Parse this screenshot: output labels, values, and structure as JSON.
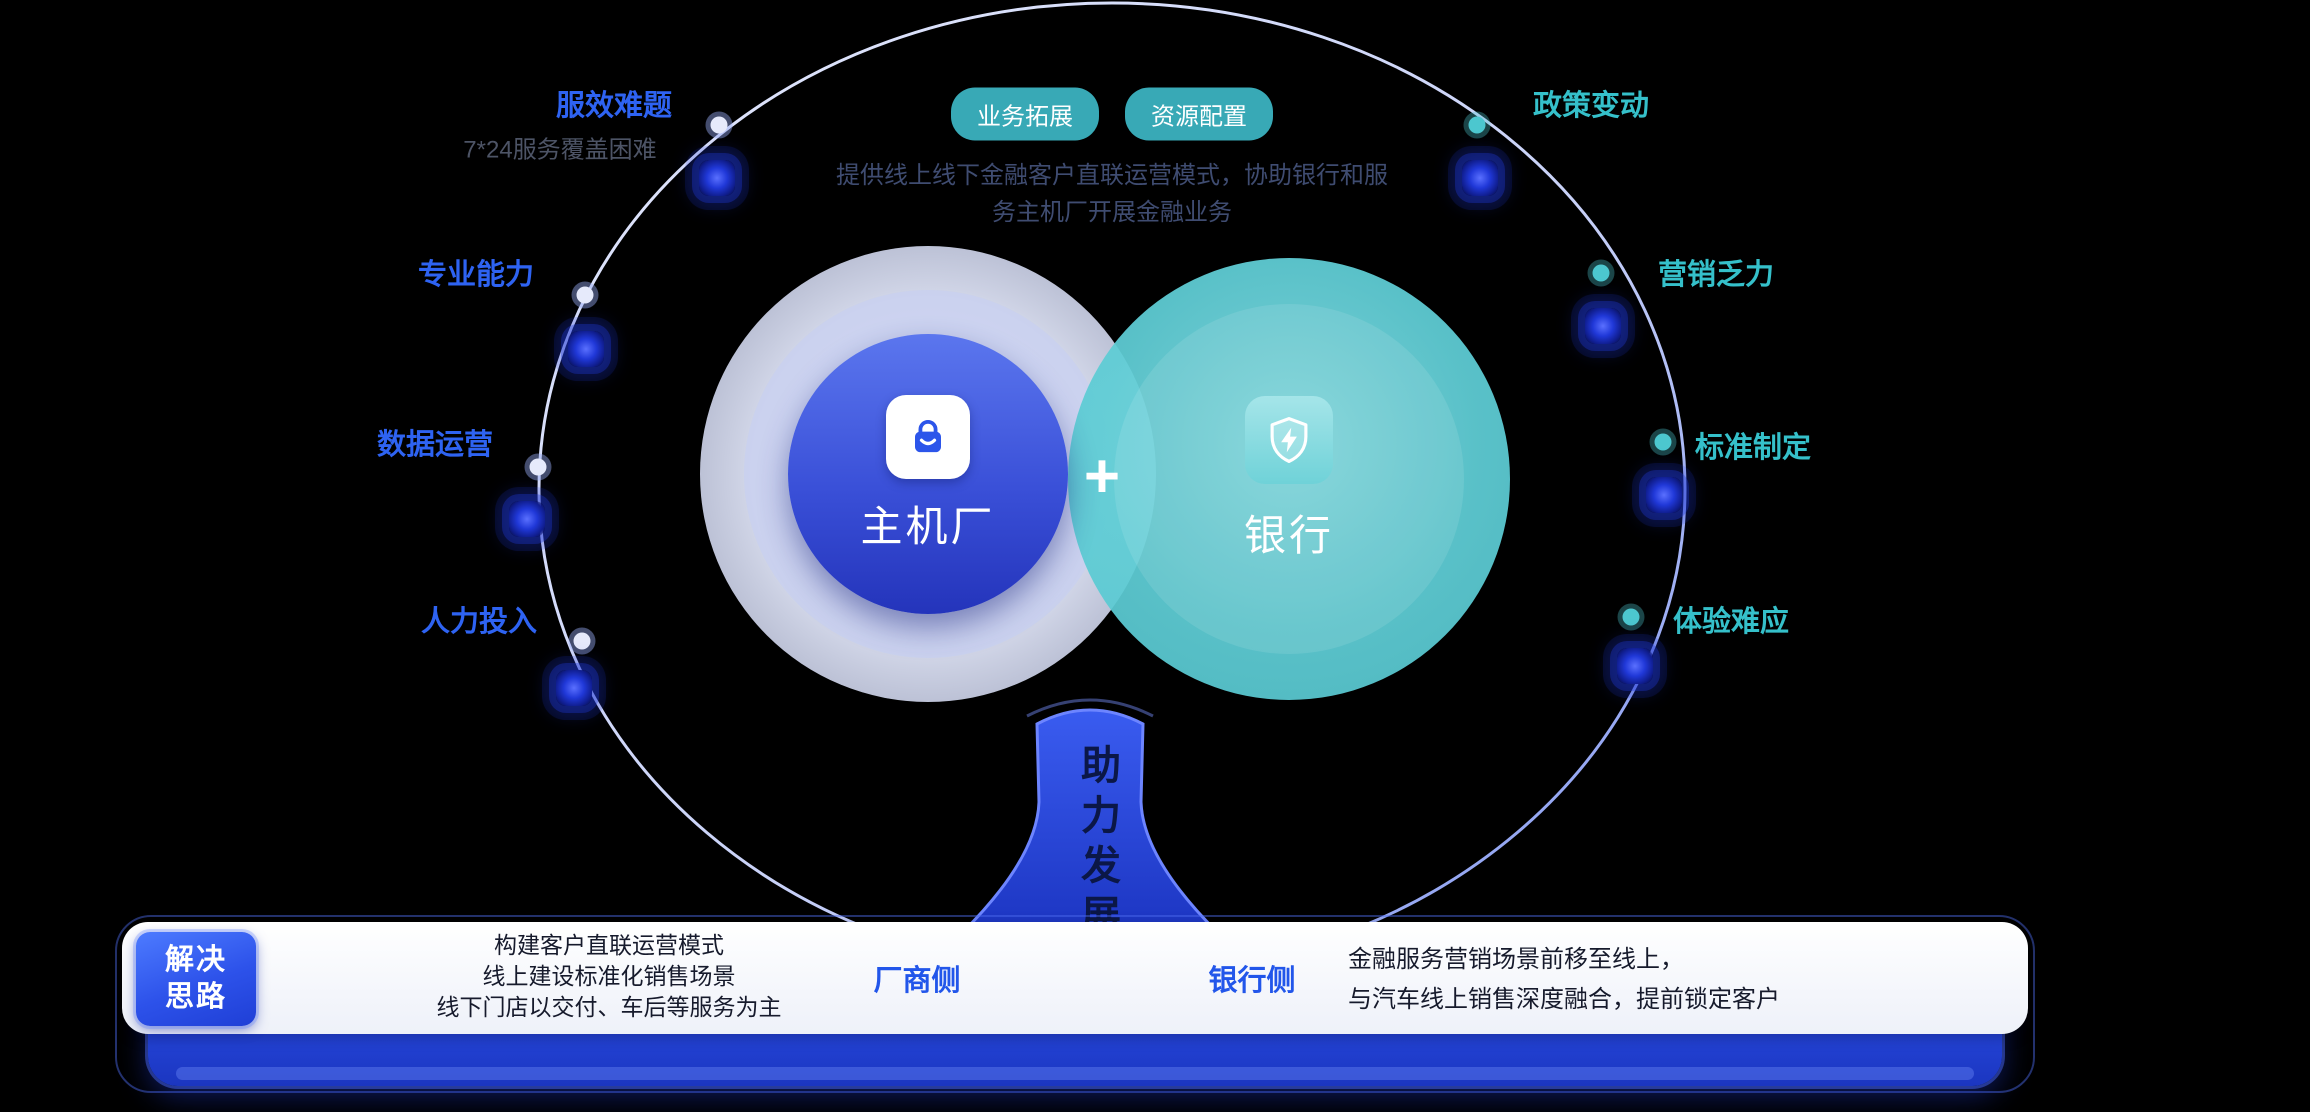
{
  "header": {
    "badges": [
      {
        "label": "业务拓展"
      },
      {
        "label": "资源配置"
      }
    ],
    "description": {
      "line1": "提供线上线下金融客户直联运营模式，协助银行和服",
      "line2": "务主机厂开展金融业务"
    }
  },
  "venn": {
    "plus": "+",
    "left": {
      "label": "主机厂",
      "icon": "shopping-bag-icon"
    },
    "right": {
      "label": "银行",
      "icon": "shield-lightning-icon"
    }
  },
  "pain_points": {
    "left": [
      {
        "label": "服效难题",
        "sub": "7*24服务覆盖困难"
      },
      {
        "label": "专业能力"
      },
      {
        "label": "数据运营"
      },
      {
        "label": "人力投入"
      }
    ],
    "right": [
      {
        "label": "政策变动"
      },
      {
        "label": "营销乏力"
      },
      {
        "label": "标准制定"
      },
      {
        "label": "体验难应"
      }
    ]
  },
  "trunk": {
    "label": "助力发展"
  },
  "solution": {
    "badge": {
      "line1": "解决",
      "line2": "思路"
    },
    "manufacturer": {
      "side_label": "厂商侧",
      "lines": [
        "构建客户直联运营模式",
        "线上建设标准化销售场景",
        "线下门店以交付、车后等服务为主"
      ]
    },
    "bank": {
      "side_label": "银行侧",
      "lines": [
        "金融服务营销场景前移至线上，",
        "与汽车线上销售深度融合，提前锁定客户"
      ]
    }
  },
  "colors": {
    "background": "#000000",
    "blue_accent": "#2e63f2",
    "teal_accent": "#35c0ca",
    "oem_circle_blue": "#3a50d8",
    "bank_circle_teal": "#5ecdd4",
    "trunk_blue": "#2b4fe0",
    "badge_teal": "#38a9b6",
    "solution_badge_blue": "#2d52ea"
  }
}
